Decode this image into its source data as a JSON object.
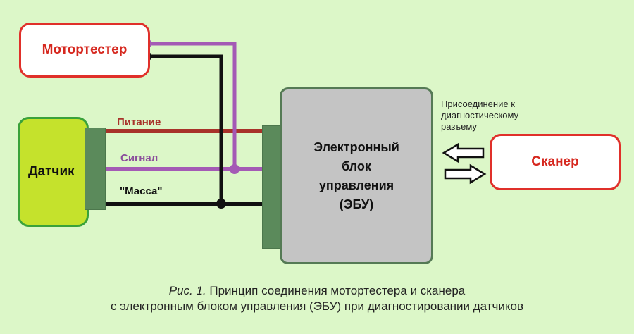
{
  "motortester": {
    "label": "Мотортестер"
  },
  "sensor": {
    "label": "Датчик"
  },
  "ecu": {
    "lines": [
      "Электронный",
      "блок",
      "управления",
      "(ЭБУ)"
    ]
  },
  "scanner": {
    "label": "Сканер"
  },
  "wires": {
    "power": {
      "label": "Питание",
      "color": "#a8322a"
    },
    "signal": {
      "label": "Сигнал",
      "color": "#a45ab5"
    },
    "ground": {
      "label": "\"Масса\"",
      "color": "#111111"
    }
  },
  "connection_note": "Присоединение к диагностическому разъему",
  "caption": {
    "prefix": "Рис. 1.",
    "line1": "Принцип соединения мотортестера и сканера",
    "line2": "с электронным блоком управления (ЭБУ)  при диагностировании датчиков"
  }
}
